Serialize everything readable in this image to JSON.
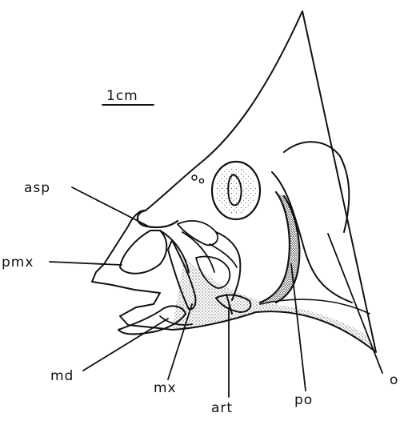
{
  "figure": {
    "scale_bar": "1cm",
    "labels": {
      "asp": "asp",
      "pmx": "pmx",
      "md": "md",
      "mx": "mx",
      "art": "art",
      "po": "po",
      "o": "o"
    }
  },
  "colors": {
    "ink": "#111111",
    "background": "#ffffff",
    "stipple": "#222222"
  }
}
